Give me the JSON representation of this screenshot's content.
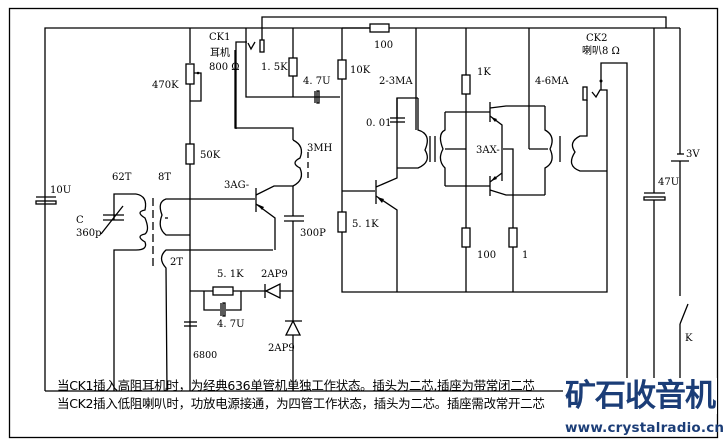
{
  "diagram": {
    "type": "circuit-schematic",
    "title": "636 single-transistor crystal radio with switchable push-pull amplifier",
    "components": {
      "c_battery_filter": "10U",
      "tuning_cap_label": "C",
      "tuning_cap_value": "360p",
      "coil_primary": "62T",
      "coil_secondary": "8T",
      "coil_feedback": "2T",
      "pot_bias": "470K",
      "r_bias": "50K",
      "ck1_name": "CK1",
      "ck1_desc": "耳机",
      "ck1_imp": "800 Ω",
      "r_1k5": "1. 5K",
      "c_4u7_top": "4. 7U",
      "r_10k": "10K",
      "r_100_top": "100",
      "current_driver": "2-3MA",
      "c_001": "0. 01",
      "choke": "3MH",
      "c_300p": "300P",
      "q1": "3AG-",
      "r_5k1_q2": "5. 1K",
      "r_5k1_det": "5. 1K",
      "c_4u7_det": "4. 7U",
      "d1": "2AP9",
      "d2": "2AP9",
      "c_6800": "6800",
      "r_1k": "1K",
      "q_pp": "3AX-",
      "r_100_emitter": "100",
      "r_1_emitter": "1",
      "current_output": "4-6MA",
      "ck2_name": "CK2",
      "ck2_desc": "喇叭8 Ω",
      "c_47u": "47U",
      "battery": "3V",
      "switch": "K"
    }
  },
  "notes": {
    "line1": "当CK1插入高阻耳机时，为经典636单管机单独工作状态。插头为二芯,插座为带常闭二芯",
    "line2": "当CK2插入低阻喇叭时，功放电源接通，为四管工作状态，插头为二芯。插座需改常开二芯"
  },
  "watermark": {
    "title": "矿石收音机",
    "url": "www.crystalradio.cn",
    "color": "#1b3d77"
  }
}
